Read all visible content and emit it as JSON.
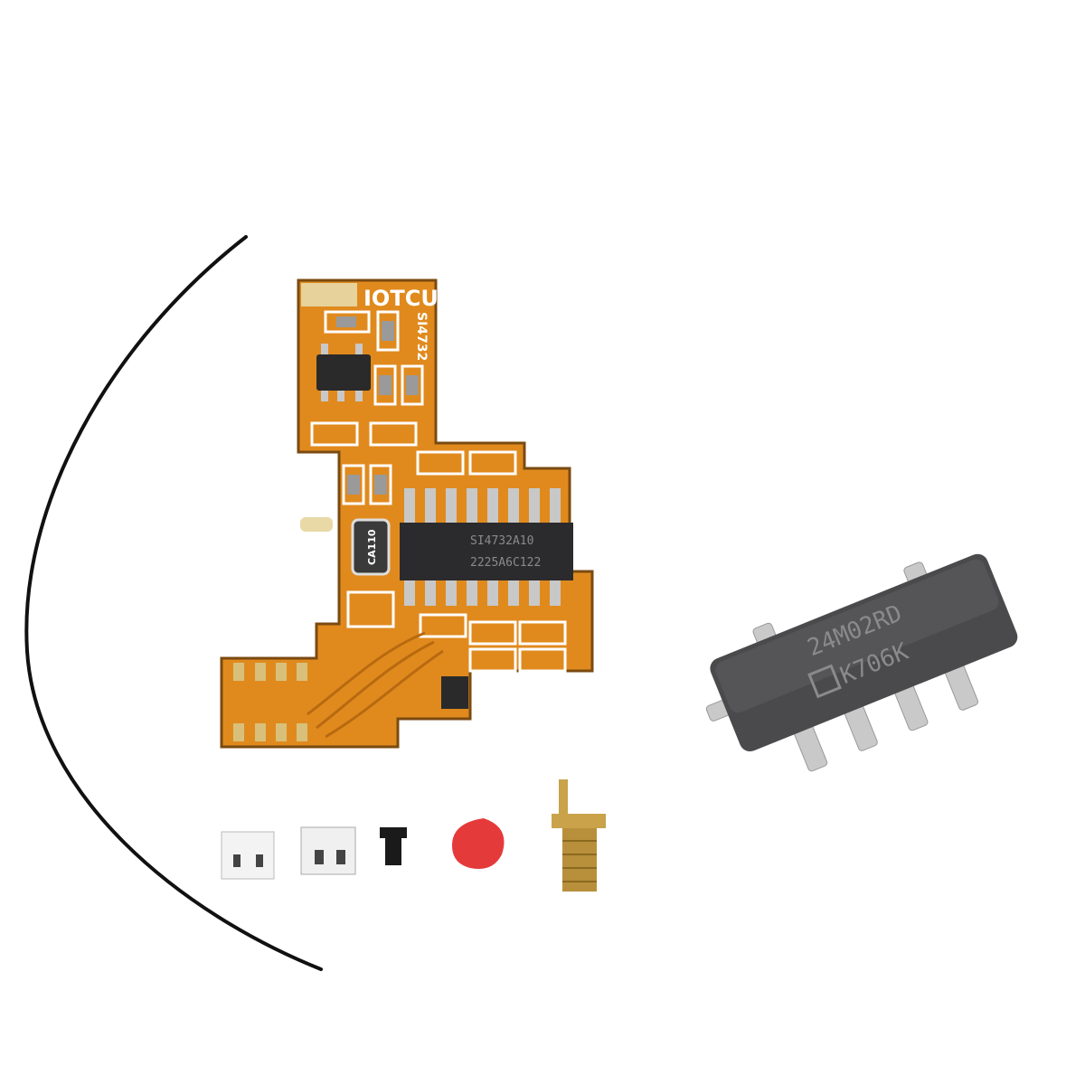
{
  "board": {
    "brand_label": "IOTCU",
    "model_label": "SI4732",
    "ic_line1": "SI4732A10",
    "ic_line2": "2225A6C122",
    "crystal_label": "CA110"
  },
  "eeprom": {
    "line1": "24M02RD",
    "line2": "K706K"
  },
  "colors": {
    "pcb": "#e08a1e",
    "chip": "#4a4a4c",
    "cap": "#e53a3a",
    "connector": "#c9a24a"
  }
}
